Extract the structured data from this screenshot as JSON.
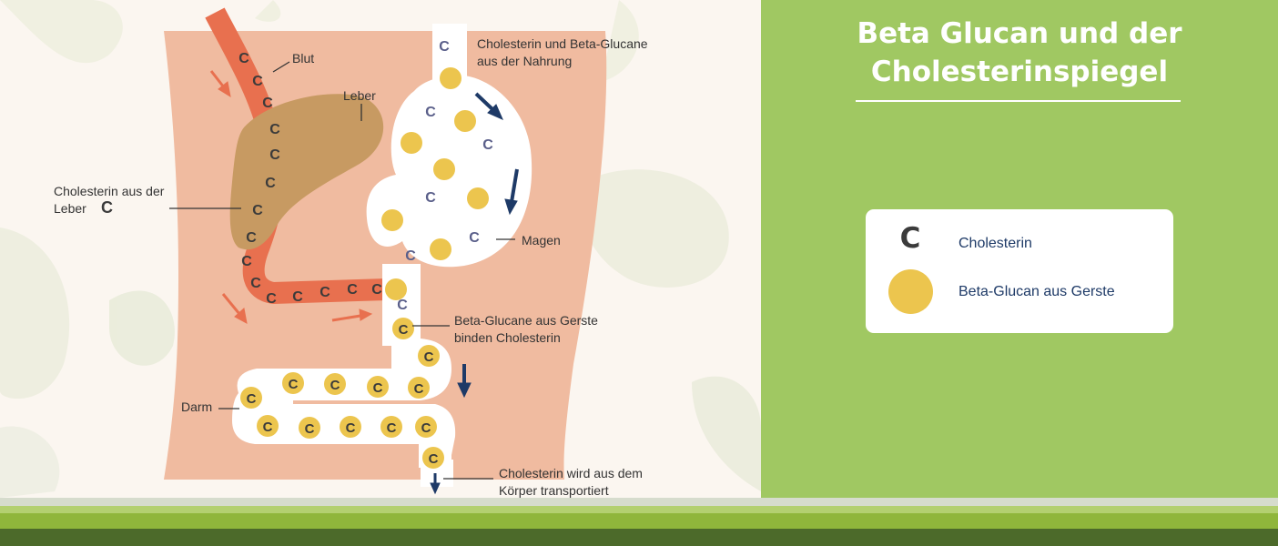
{
  "title_line1": "Beta Glucan und der",
  "title_line2": "Cholesterinspiegel",
  "legend": {
    "cholesterin_symbol": "C",
    "cholesterin_label": "Cholesterin",
    "glucan_label": "Beta-Glucan aus Gerste"
  },
  "c_letter": "C",
  "labels": {
    "blut": "Blut",
    "leber": "Leber",
    "chol_leber_1": "Cholesterin aus der",
    "chol_leber_2": "Leber",
    "nahrung_1": "Cholesterin und Beta-Glucane",
    "nahrung_2": "aus der Nahrung",
    "magen": "Magen",
    "binden_1": "Beta-Glucane aus Gerste",
    "binden_2": "binden Cholesterin",
    "darm": "Darm",
    "transport_1": "Cholesterin wird aus dem",
    "transport_2": "Körper transportiert"
  },
  "colors": {
    "right_panel": "#a0c862",
    "body": "#f0bba0",
    "blood": "#e8704f",
    "liver": "#c79a62",
    "beta_glucan": "#ecc54e",
    "arrow_dark": "#1e3a67",
    "arrow_red": "#e8704f"
  }
}
